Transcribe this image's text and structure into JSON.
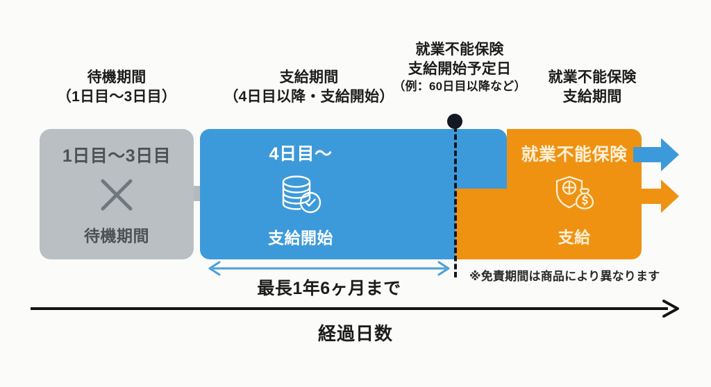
{
  "captions": {
    "waiting": {
      "line1": "待機期間",
      "line2": "（1日目〜3日目）"
    },
    "payment": {
      "line1": "支給期間",
      "line2": "（4日目以降・支給開始）"
    },
    "insurance_start": {
      "line1": "就業不能保険",
      "line2": "支給開始予定日",
      "line3": "（例：60日目以降など）"
    },
    "insurance_period": {
      "line1": "就業不能保険",
      "line2": "支給期間"
    }
  },
  "boxes": {
    "waiting": {
      "title": "1日目〜3日目",
      "sub": "待機期間",
      "icon": "x-mark-icon",
      "color": "#b9bfc2",
      "text_color": "#4b5356"
    },
    "payment": {
      "title": "4日目〜",
      "sub": "支給開始",
      "icon": "coin-stack-check-icon",
      "color": "#3d9ada",
      "text_color": "#ffffff"
    },
    "insurance": {
      "title": "就業不能保険",
      "sub": "支給",
      "icon": "shield-cross-money-bag-icon",
      "color": "#ef9212",
      "text_color": "#fdf0d6"
    }
  },
  "duration": {
    "label": "最長1年6ヶ月まで",
    "color": "#3d9ada"
  },
  "note": "※免責期間は商品により異なります",
  "axis": {
    "label": "経過日数",
    "color": "#141414"
  },
  "marker": {
    "name": "insurance-start-marker",
    "color": "#141824"
  },
  "arrows": {
    "blue_out": "#3d9ada",
    "orange_out": "#ef9212"
  }
}
